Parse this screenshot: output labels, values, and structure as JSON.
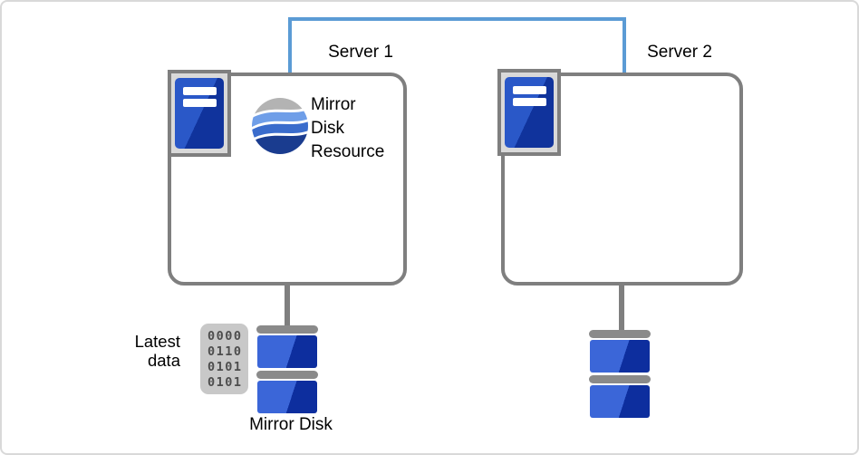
{
  "diagram": {
    "type": "cluster-mirror-disk-architecture"
  },
  "servers": [
    {
      "label": "Server 1"
    },
    {
      "label": "Server 2"
    }
  ],
  "resource": {
    "label": "Mirror\nDisk\nResource"
  },
  "latest_data": {
    "label": "Latest\ndata"
  },
  "mirror_disk": {
    "label": "Mirror Disk"
  },
  "binary": {
    "rows": [
      "0000",
      "0110",
      "0101",
      "0101"
    ]
  },
  "icons": {
    "server_icon": "framed server tower with two drive slots",
    "mirror_disk_resource_icon": "striped wave sphere",
    "disk_icon": "stacked disk platters",
    "binary_data_icon": "binary digits block",
    "network_link": "blue bracket line joining both servers",
    "disk_link": "gray line from server box to disk"
  },
  "colors": {
    "connector_blue": "#5b9bd5",
    "box_border_gray": "#7f7f7f",
    "bar_gray": "#8a8a8a",
    "server_frame_fill": "#d9d9d9",
    "tower_blue_light": "#2a58c8",
    "tower_blue_dark": "#10339c",
    "disk_blue_light": "#3b66d8",
    "disk_blue_dark": "#0d2e9e",
    "binary_bg": "#c8c8c8",
    "binary_digit": "#4d4d4d",
    "sphere_gray": "#b3b3b3",
    "sphere_light_blue": "#6f9ee8",
    "sphere_mid_blue": "#3a6ccc",
    "sphere_navy": "#1a3c8f"
  }
}
